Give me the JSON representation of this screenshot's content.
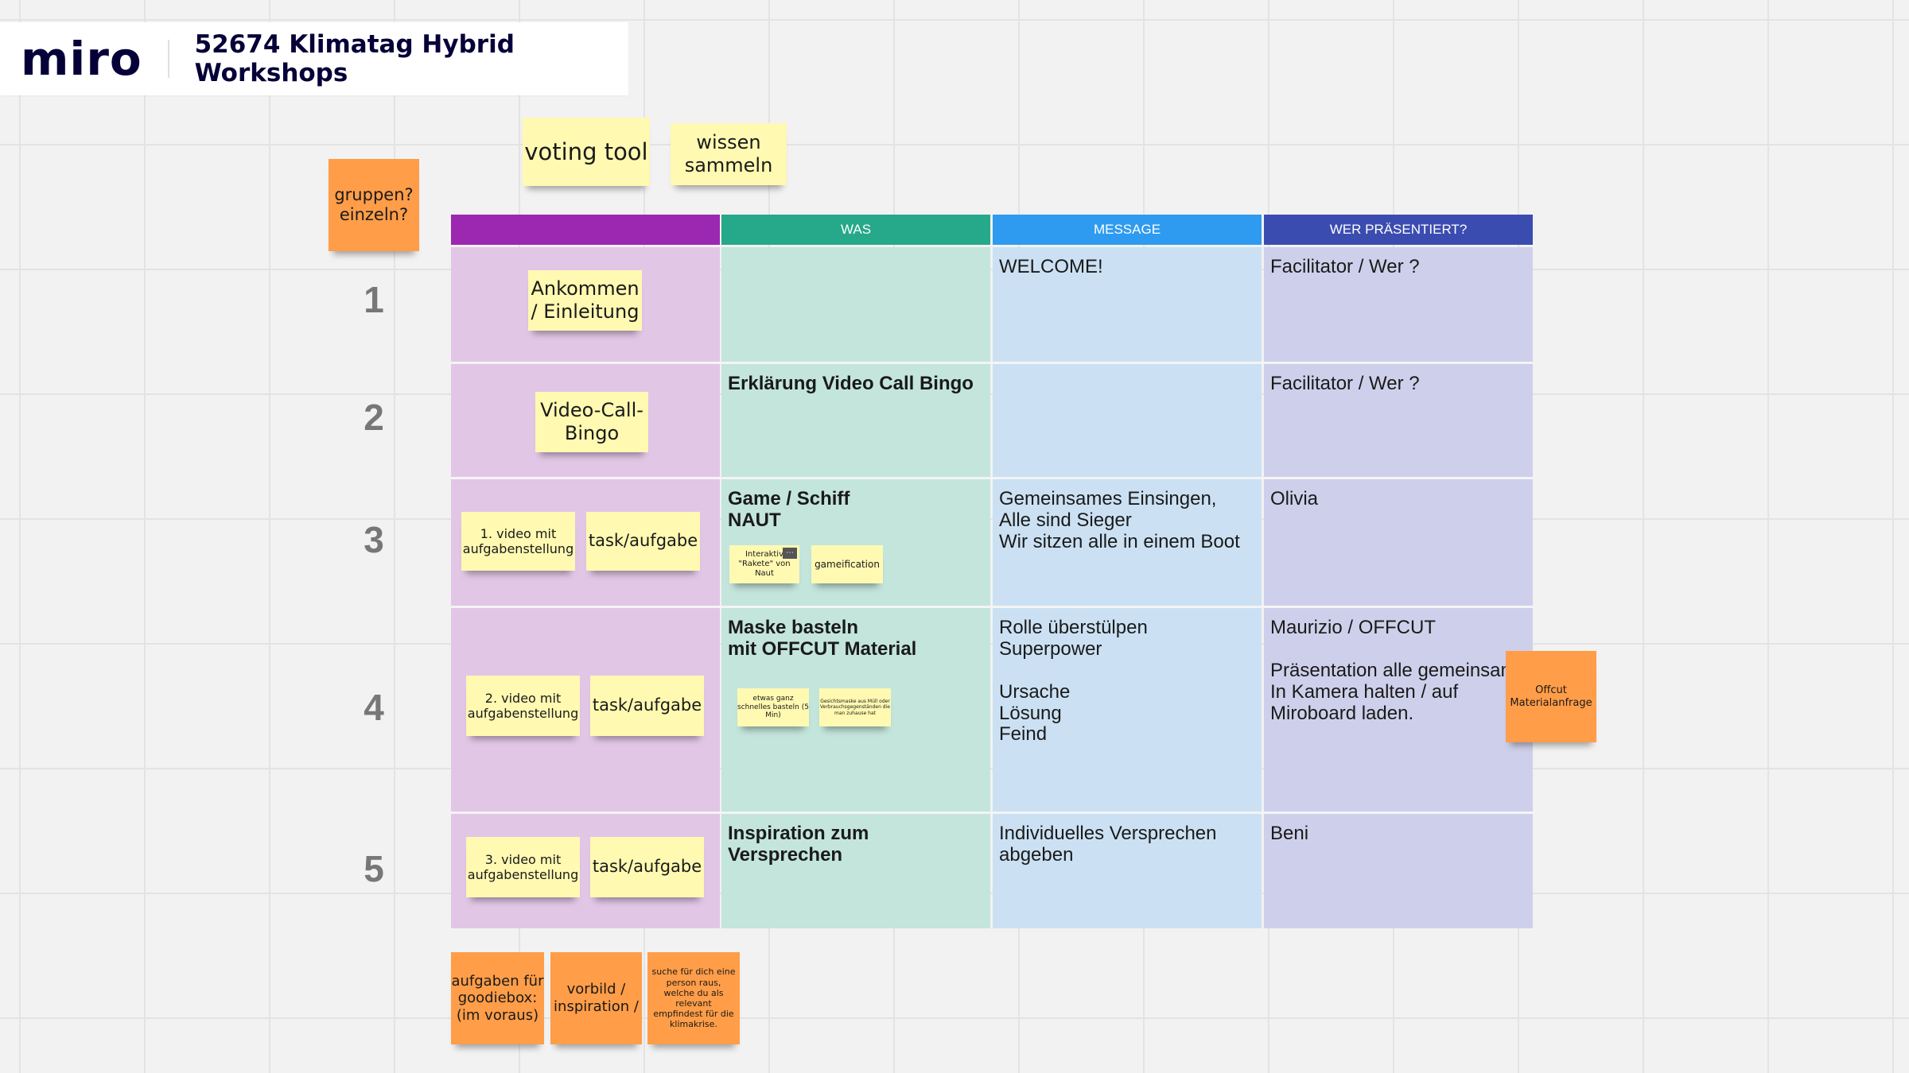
{
  "app": {
    "logo": "miro",
    "board_title": "52674 Klimatag Hybrid Workshops"
  },
  "colors": {
    "header_purple": "#9c27b0",
    "header_teal": "#26a88a",
    "header_blue": "#2f9bf0",
    "header_indigo": "#3b4cb0",
    "col_purple": "#e2c6e6",
    "col_teal": "#c3e5dc",
    "col_blue": "#cbe1f3",
    "col_indigo": "#ced0eb",
    "sticky_yellow": "#fff9b1",
    "sticky_orange": "#ff9d48"
  },
  "top_stickies": {
    "voting": "voting tool",
    "wissen": "wissen sammeln",
    "gruppen": "gruppen? einzeln?"
  },
  "table": {
    "headers": [
      "",
      "WAS",
      "MESSAGE",
      "WER PRÄSENTIERT?"
    ],
    "rows": [
      {
        "num": "1",
        "was": "",
        "message": "WELCOME!",
        "wer": "Facilitator / Wer ?"
      },
      {
        "num": "2",
        "was": "Erklärung Video Call Bingo",
        "message": "",
        "wer": "Facilitator / Wer ?"
      },
      {
        "num": "3",
        "was": "Game / Schiff\nNAUT",
        "message": "Gemeinsames Einsingen,\nAlle sind Sieger\nWir sitzen alle in einem Boot",
        "wer": "Olivia"
      },
      {
        "num": "4",
        "was": "Maske basteln\nmit OFFCUT Material",
        "message": "Rolle überstülpen\nSuperpower\n\nUrsache\nLösung\nFeind",
        "wer": "Maurizio / OFFCUT\n\nPräsentation alle gemeinsam\nIn Kamera halten / auf\nMiroboard laden."
      },
      {
        "num": "5",
        "was": "Inspiration zum\nVersprechen",
        "message": "Individuelles Versprechen\nabgeben",
        "wer": "Beni"
      }
    ]
  },
  "row_stickies": {
    "r1": "Ankommen / Einleitung",
    "r2": "Video-Call-Bingo",
    "r3_video": "1. video mit aufgabenstellung",
    "r3_task": "task/aufgabe",
    "r3_small1": "Interaktiv \"Rakete\" von Naut",
    "r3_small2": "gameification",
    "r4_video": "2. video mit aufgabenstellung",
    "r4_task": "task/aufgabe",
    "r4_small1": "etwas ganz schnelles basteln (5 Min)",
    "r4_small2": "Gesichtsmaske aus Müll oder Verbrauchsgegenständen die man zuhause hat",
    "r4_offcut": "Offcut Materialanfrage",
    "r5_video": "3. video mit aufgabenstellung",
    "r5_task": "task/aufgabe"
  },
  "bottom_stickies": {
    "b1": "aufgaben für goodiebox: (im voraus)",
    "b2": "vorbild / inspiration /",
    "b3": "suche für dich eine person raus, welche du als relevant empfindest für die klimakrise."
  }
}
